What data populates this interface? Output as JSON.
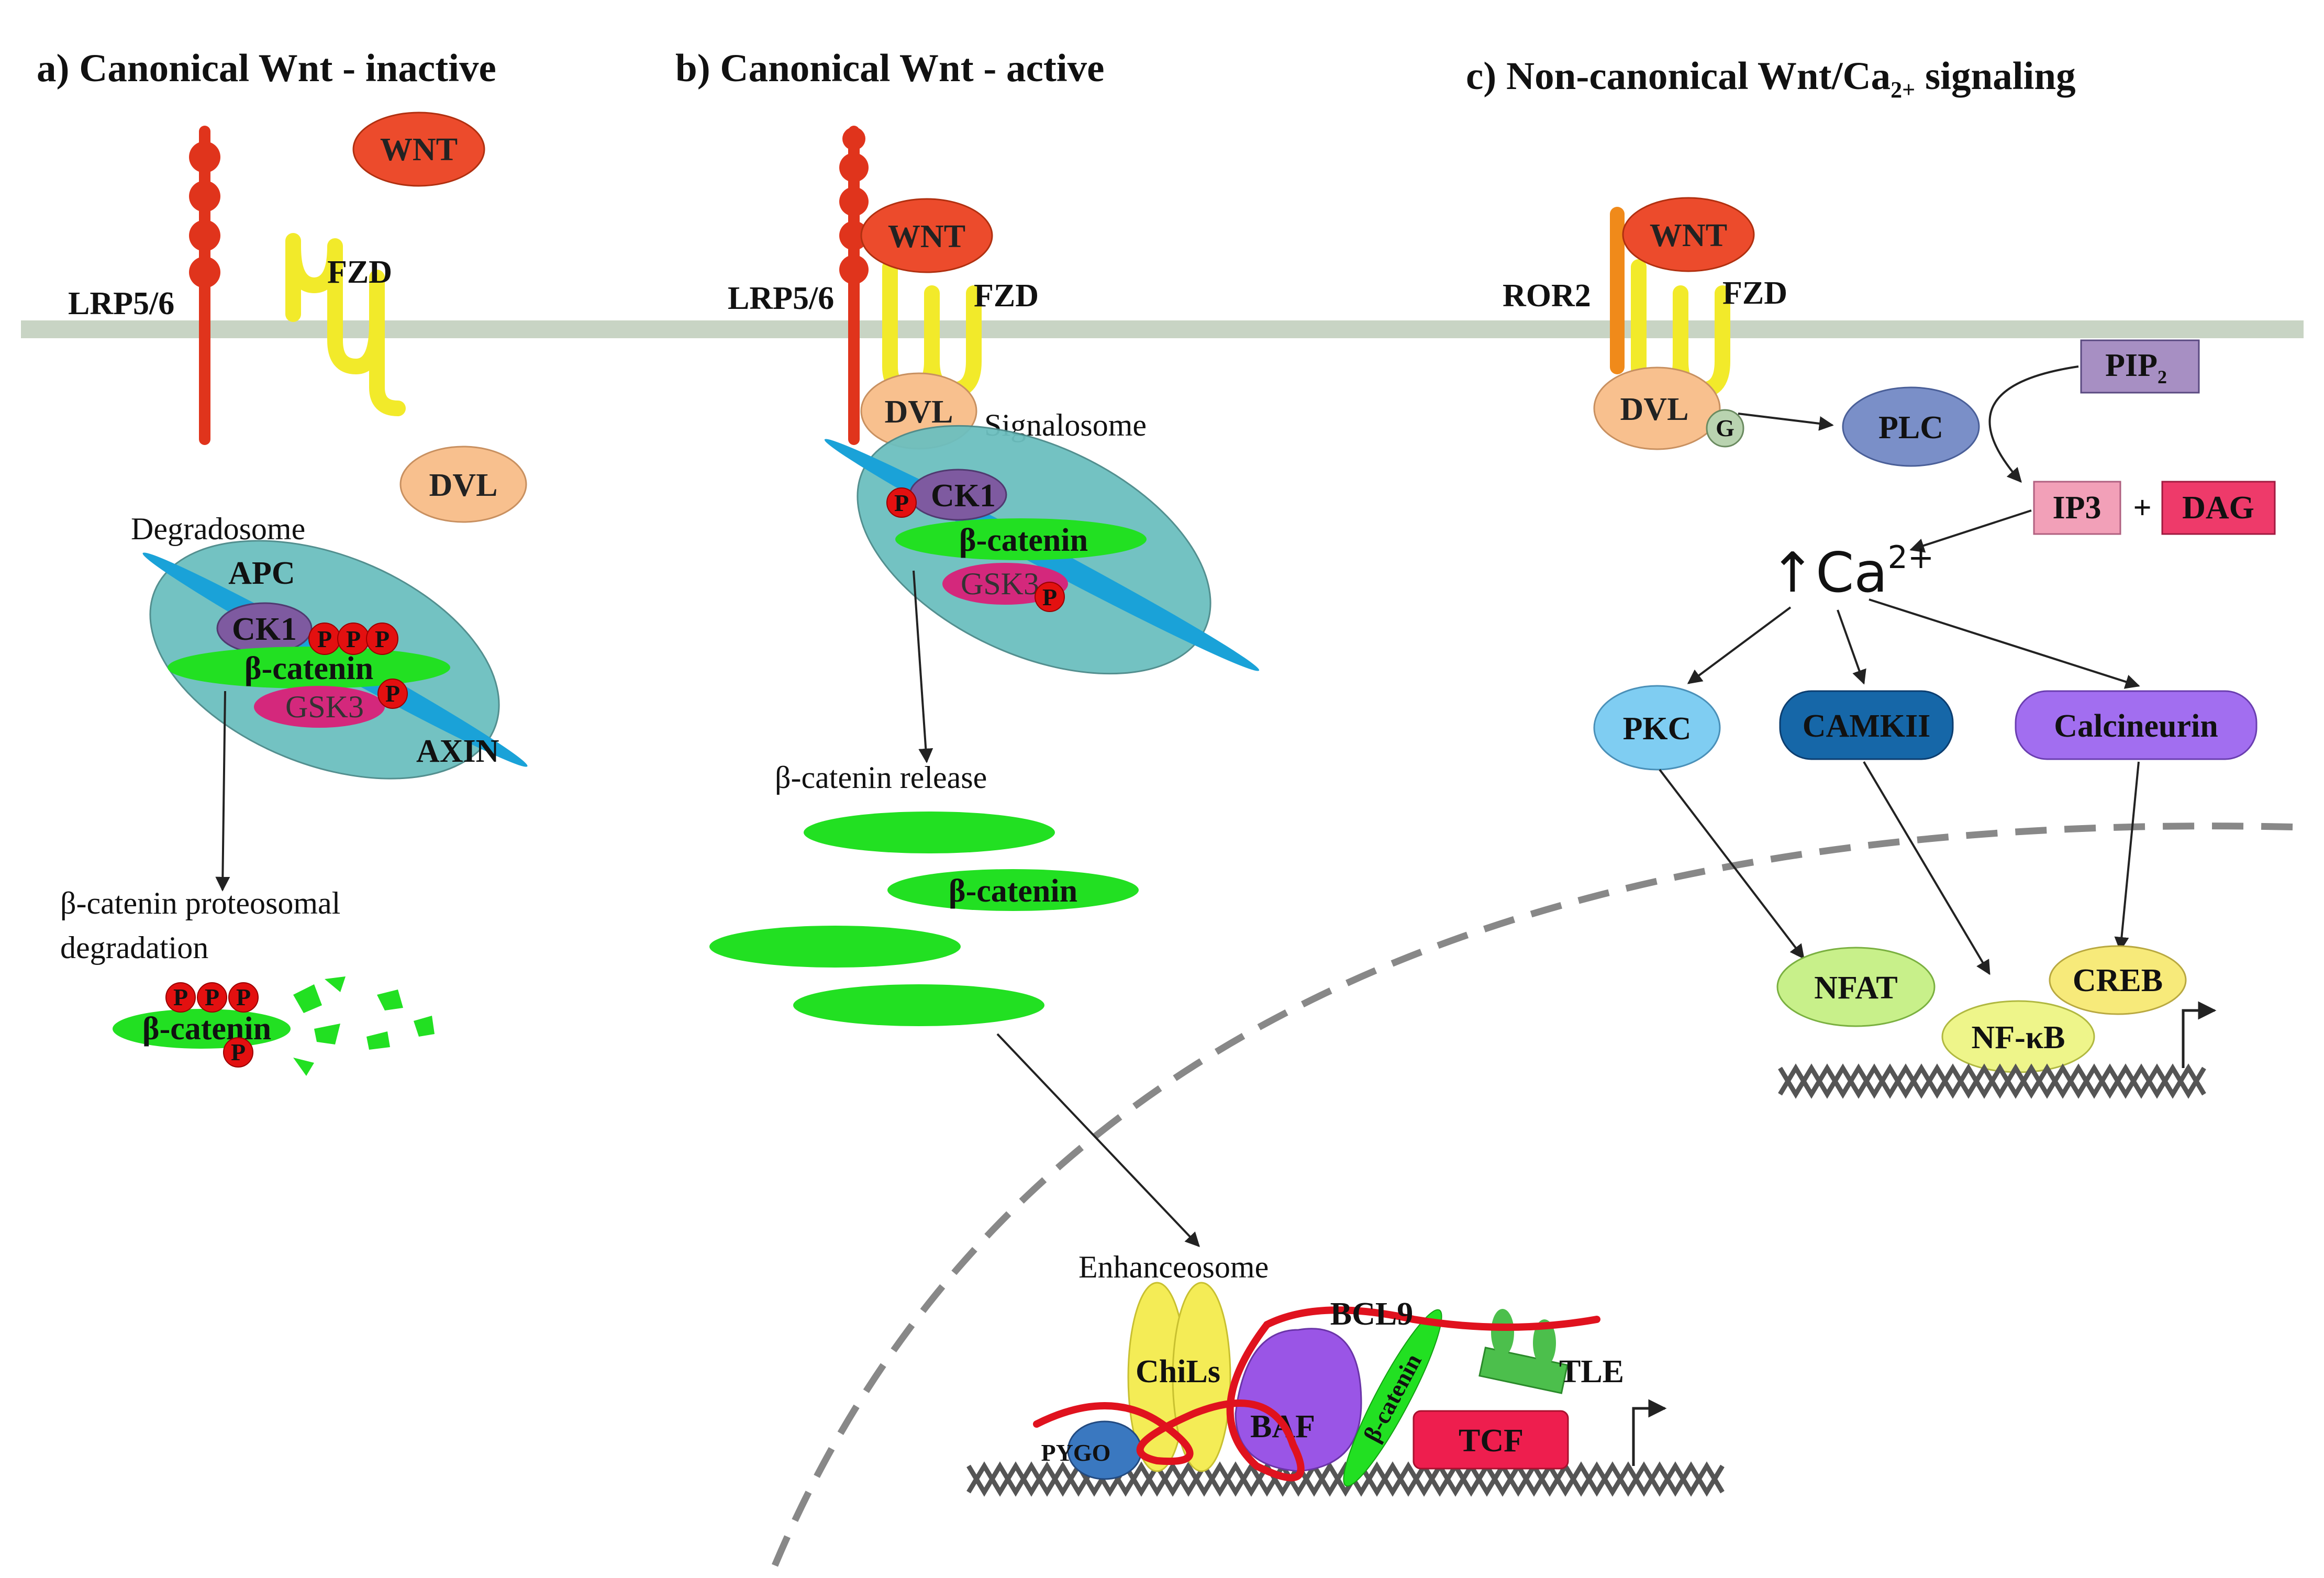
{
  "headings": {
    "a": "a) Canonical Wnt - inactive",
    "b": "b) Canonical Wnt - active",
    "c_pre": "c) Non-canonical Wnt/Ca",
    "c_sub": "2+",
    "c_post": " signaling"
  },
  "panel_a": {
    "wnt": "WNT",
    "fzd": "FZD",
    "lrp": "LRP5/6",
    "dvl": "DVL",
    "degradosome": "Degradosome",
    "apc": "APC",
    "ck1": "CK1",
    "bcat": "β-catenin",
    "gsk3": "GSK3",
    "axin": "AXIN",
    "degradation_line1": "β-catenin proteosomal",
    "degradation_line2": "degradation",
    "bcat_degraded": "β-catenin",
    "p": "P"
  },
  "panel_b": {
    "wnt": "WNT",
    "fzd": "FZD",
    "lrp": "LRP5/6",
    "dvl": "DVL",
    "signalosome": "Signalosome",
    "ck1": "CK1",
    "bcat": "β-catenin",
    "gsk3": "GSK3",
    "release": "β-catenin release",
    "bcat_free": "β-catenin",
    "enhanceosome": "Enhanceosome",
    "bcl9": "BCL9",
    "chils": "ChiLs",
    "tle": "TLE",
    "pygo": "PYGO",
    "baf": "BAF",
    "bcat_tilted": "β-catenin",
    "tcf": "TCF",
    "p": "P"
  },
  "panel_c": {
    "wnt": "WNT",
    "fzd": "FZD",
    "ror2": "ROR2",
    "dvl": "DVL",
    "g": "G",
    "plc": "PLC",
    "pip": "PIP",
    "pip_sub": "2",
    "ip3": "IP3",
    "plus": "+",
    "dag": "DAG",
    "ca_arrow": "↑",
    "ca": "Ca",
    "ca_sup": "2+",
    "pkc": "PKC",
    "camkii": "CAMKII",
    "calcineurin": "Calcineurin",
    "nfat": "NFAT",
    "creb": "CREB",
    "nfkb": "NF-κB"
  },
  "colors": {
    "membrane": "#c8d4c4",
    "receptor": "#e0341c",
    "fzd": "#f2ea2a",
    "wnt": "#ec4b2c",
    "dvl": "#f8c08e",
    "complex": "#6cbfbf",
    "axin": "#1aa2d8",
    "ck1": "#7e5aa0",
    "bcat": "#22e022",
    "gsk3": "#d4287c",
    "phospho": "#e31010",
    "plc": "#7a8fc8",
    "pip": "#a78fc3",
    "ip3": "#f2a0b8",
    "dag": "#ee3a6a",
    "pkc": "#7fcdf2",
    "camkii": "#1667a8",
    "calcineurin": "#a26ef0",
    "nfat": "#c8f08a",
    "creb": "#f7ea7a",
    "nfkb": "#eef58a",
    "ror2": "#f08a1a",
    "g": "#b9d3b0",
    "baf": "#9a55e6",
    "tcf": "#ee1e4e",
    "pygo": "#3a78c0",
    "chils": "#f4ec56",
    "tle": "#4cbf4c",
    "bcl9": "#e0121e",
    "nucleus": "#888888"
  }
}
